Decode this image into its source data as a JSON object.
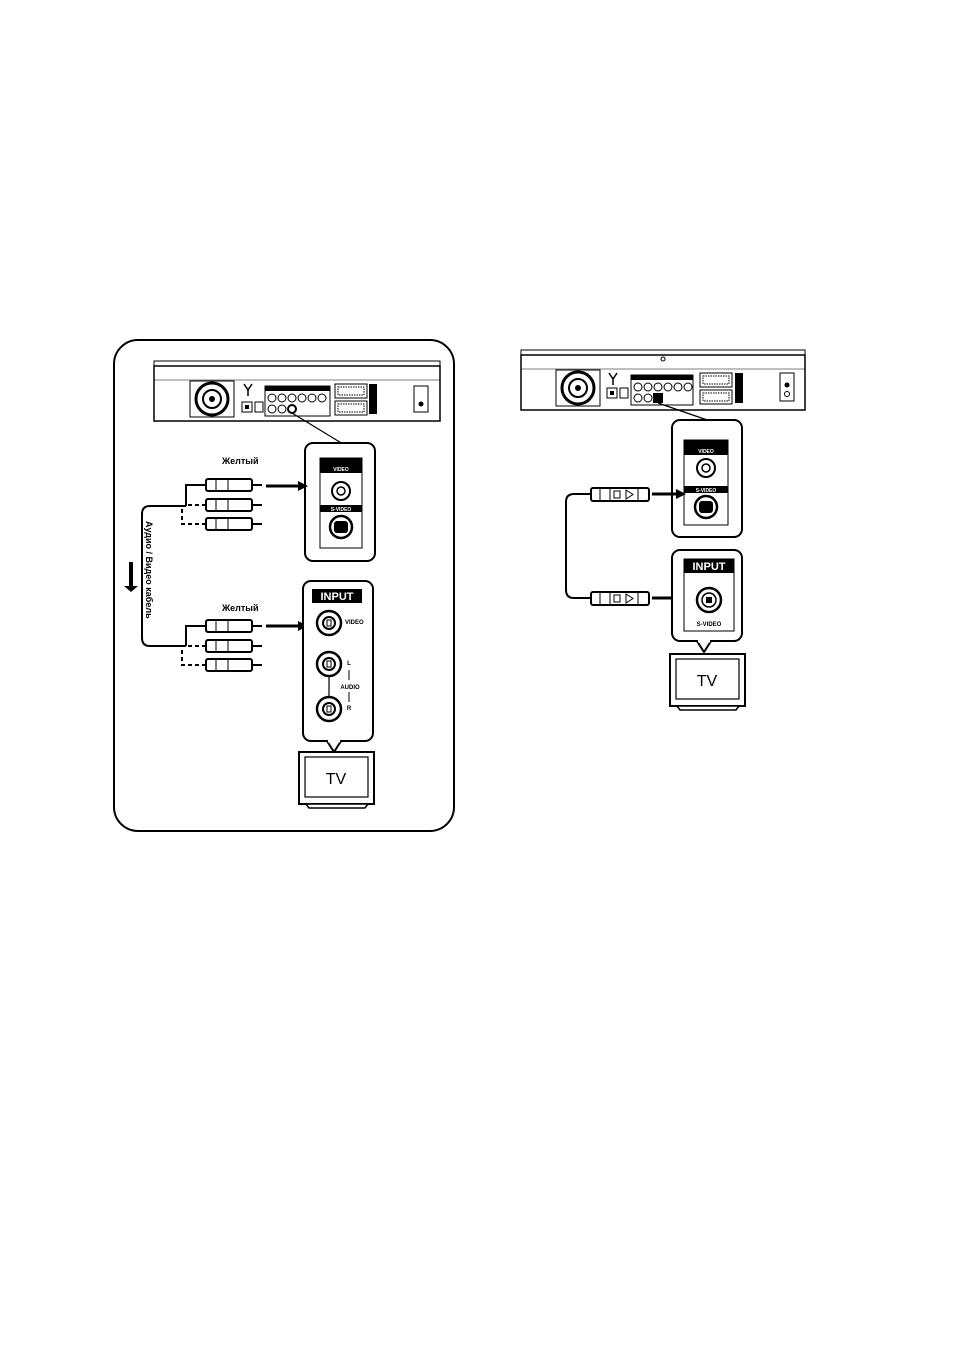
{
  "left_panel": {
    "yellow_label_top": "Желтый",
    "yellow_label_bottom": "Желтый",
    "cable_label": "Аудио / Видео кабель",
    "recorder_jack_video": "VIDEO",
    "recorder_jack_svideo": "S-VIDEO",
    "tv_input_header": "INPUT",
    "tv_jack_video": "VIDEO",
    "tv_jack_l": "L",
    "tv_jack_audio": "AUDIO",
    "tv_jack_r": "R",
    "tv_label": "TV"
  },
  "right_panel": {
    "recorder_jack_video": "VIDEO",
    "recorder_jack_svideo": "S-VIDEO",
    "tv_input_header": "INPUT",
    "tv_jack_svideo": "S-VIDEO",
    "tv_label": "TV"
  },
  "colors": {
    "line": "#000000",
    "background": "#ffffff"
  }
}
